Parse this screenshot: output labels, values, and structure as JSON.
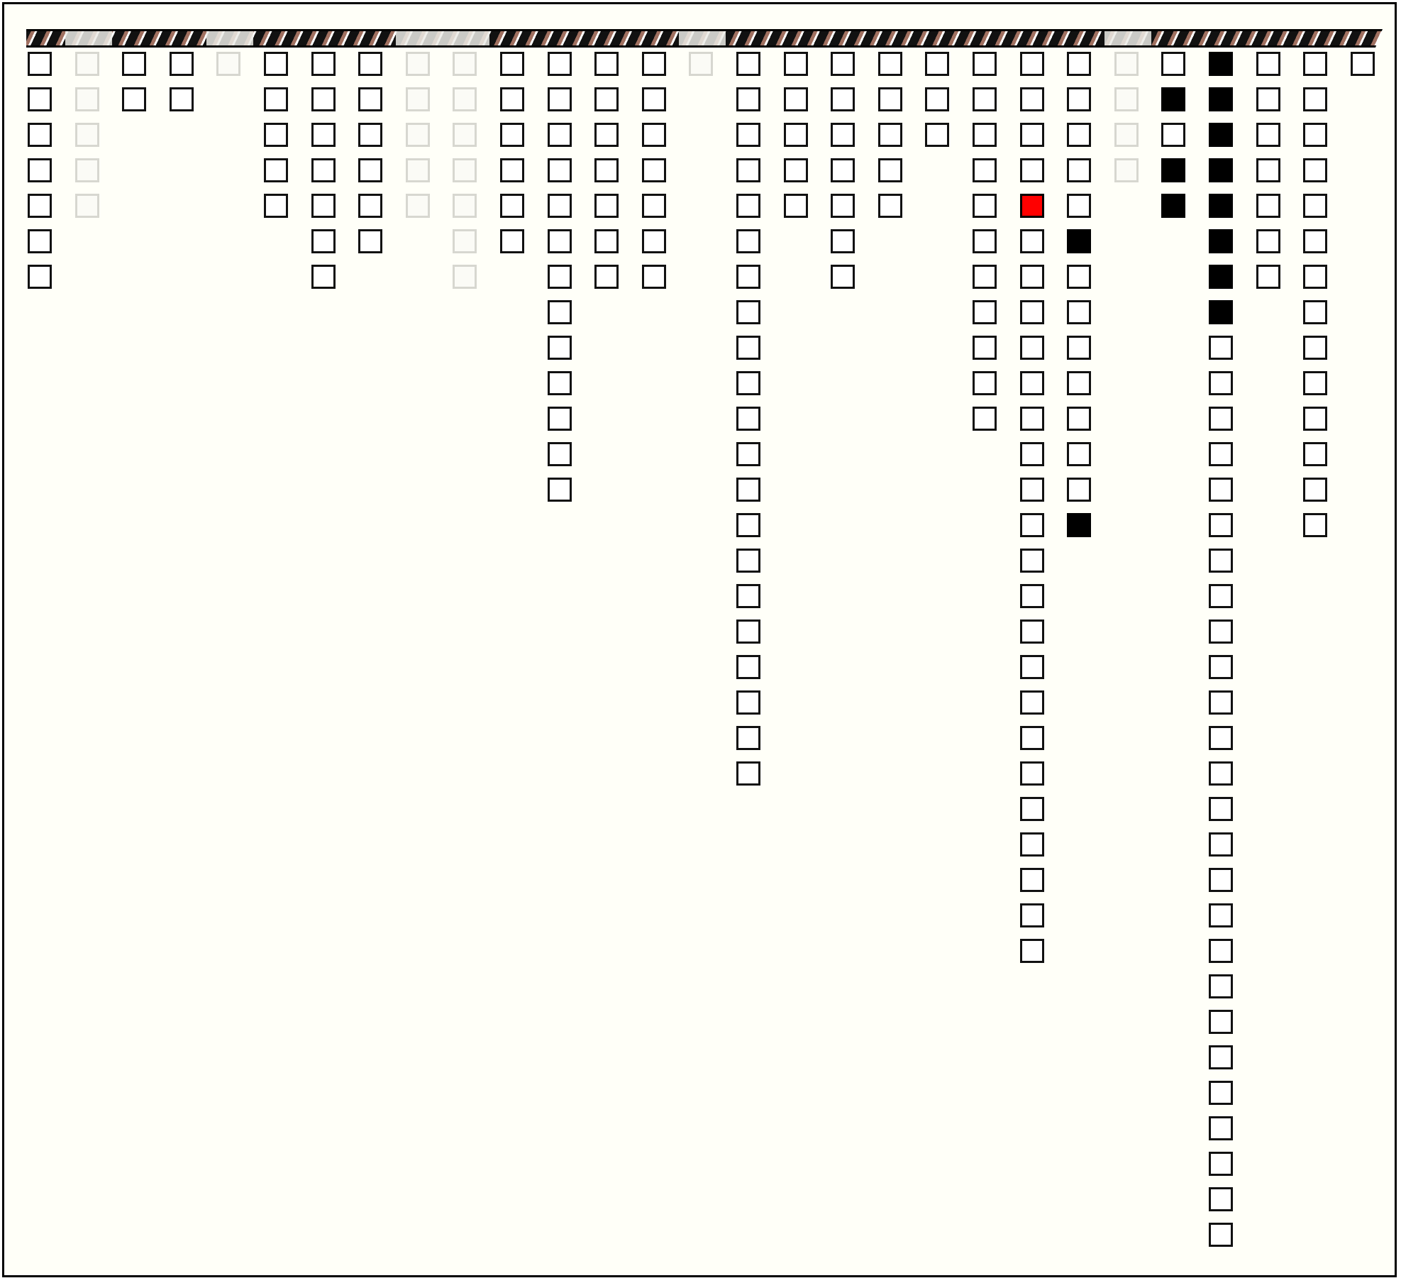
{
  "board": {
    "columns": [
      {
        "cells": 7,
        "dim": false,
        "marked": {}
      },
      {
        "cells": 5,
        "dim": true,
        "marked": {}
      },
      {
        "cells": 2,
        "dim": false,
        "marked": {}
      },
      {
        "cells": 2,
        "dim": false,
        "marked": {}
      },
      {
        "cells": 1,
        "dim": true,
        "marked": {}
      },
      {
        "cells": 5,
        "dim": false,
        "marked": {}
      },
      {
        "cells": 7,
        "dim": false,
        "marked": {}
      },
      {
        "cells": 6,
        "dim": false,
        "marked": {}
      },
      {
        "cells": 5,
        "dim": true,
        "marked": {}
      },
      {
        "cells": 7,
        "dim": true,
        "marked": {}
      },
      {
        "cells": 6,
        "dim": false,
        "marked": {}
      },
      {
        "cells": 13,
        "dim": false,
        "marked": {}
      },
      {
        "cells": 7,
        "dim": false,
        "marked": {}
      },
      {
        "cells": 7,
        "dim": false,
        "marked": {}
      },
      {
        "cells": 1,
        "dim": true,
        "marked": {}
      },
      {
        "cells": 21,
        "dim": false,
        "marked": {}
      },
      {
        "cells": 5,
        "dim": false,
        "marked": {}
      },
      {
        "cells": 7,
        "dim": false,
        "marked": {}
      },
      {
        "cells": 5,
        "dim": false,
        "marked": {}
      },
      {
        "cells": 3,
        "dim": false,
        "marked": {}
      },
      {
        "cells": 11,
        "dim": false,
        "marked": {}
      },
      {
        "cells": 26,
        "dim": false,
        "marked": {
          "4": "red"
        }
      },
      {
        "cells": 14,
        "dim": false,
        "marked": {
          "5": "black",
          "13": "black"
        }
      },
      {
        "cells": 4,
        "dim": true,
        "marked": {}
      },
      {
        "cells": 5,
        "dim": false,
        "marked": {
          "1": "black",
          "3": "black",
          "4": "black"
        }
      },
      {
        "cells": 34,
        "dim": false,
        "marked": {
          "0": "black",
          "1": "black",
          "2": "black",
          "3": "black",
          "4": "black",
          "5": "black",
          "6": "black",
          "7": "black"
        }
      },
      {
        "cells": 7,
        "dim": false,
        "marked": {}
      },
      {
        "cells": 14,
        "dim": false,
        "marked": {}
      },
      {
        "cells": 1,
        "dim": false,
        "marked": {}
      }
    ],
    "colors": {
      "black": "#000000",
      "red": "#ff0000",
      "dim_border": "#d7d7d0"
    }
  }
}
